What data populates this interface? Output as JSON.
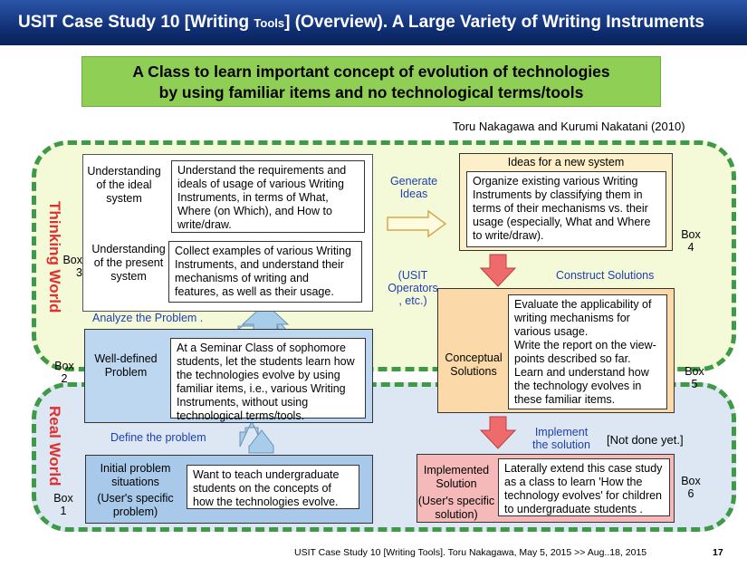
{
  "title": {
    "main": "USIT Case Study 10 [Writing ",
    "small": "Tools",
    "rest": "] (Overview).   A Large Variety of Writing Instruments"
  },
  "banner": {
    "line1": "A Class to learn important concept of evolution of technologies",
    "line2": "by using familiar items and no technological terms/tools"
  },
  "authors": "Toru Nakagawa and Kurumi Nakatani (2010)",
  "zones": {
    "thinking": "Thinking World",
    "real": "Real World"
  },
  "box1": {
    "label1": "Initial problem situations",
    "label2": "(User's specific problem)",
    "text": "Want to teach undergraduate students on the concepts of how the technologies evolve.",
    "tag": "Box\n1"
  },
  "box2": {
    "label": "Well-defined Problem",
    "text": "At a Seminar Class of sophomore students, let the students learn how the technologies evolve by using familiar items, i.e., various Writing Instruments, without using technological terms/tools.",
    "tag": "Box\n2"
  },
  "box3": {
    "label_ideal": "Understanding of the ideal system",
    "text_ideal": "Understand the requirements and ideals of usage of various Writing Instruments, in terms of What, Where (on Which), and How to write/draw.",
    "label_present": "Understanding of the present system",
    "text_present": "Collect examples of various Writing Instruments, and understand their mechanisms of writing and features, as well as their usage.",
    "tag": "Box\n3"
  },
  "box4": {
    "header": "Ideas for a new system",
    "text": "Organize  existing various Writing Instruments by classifying them in terms of their mechanisms vs. their usage (especially, What and Where to write/draw).",
    "tag": "Box\n4"
  },
  "box5": {
    "label": "Conceptual Solutions",
    "text": "Evaluate the applicability of writing mechanisms for various usage.\nWrite the report on the view-points described so far.\nLearn and understand how the technology evolves in these familiar items.",
    "tag": "Box\n5"
  },
  "box6": {
    "label1": "Implemented Solution",
    "label2": "(User's specific solution)",
    "text": "Laterally extend this case study as a class to learn 'How the technology evolves' for children to undergraduate students .",
    "tag": "Box\n6"
  },
  "steps": {
    "define": "Define the problem",
    "analyze": "Analyze the Problem .",
    "generate": "Generate\nIdeas",
    "operators": "(USIT\nOperators\n, etc.)",
    "construct": "Construct Solutions",
    "implement": "Implement\nthe solution",
    "not_done": "[Not done yet.]"
  },
  "footer": {
    "text": "USIT Case Study 10 [Writing Tools].  Toru Nakagawa, May 5, 2015 >> Aug..18, 2015",
    "page": "17"
  }
}
